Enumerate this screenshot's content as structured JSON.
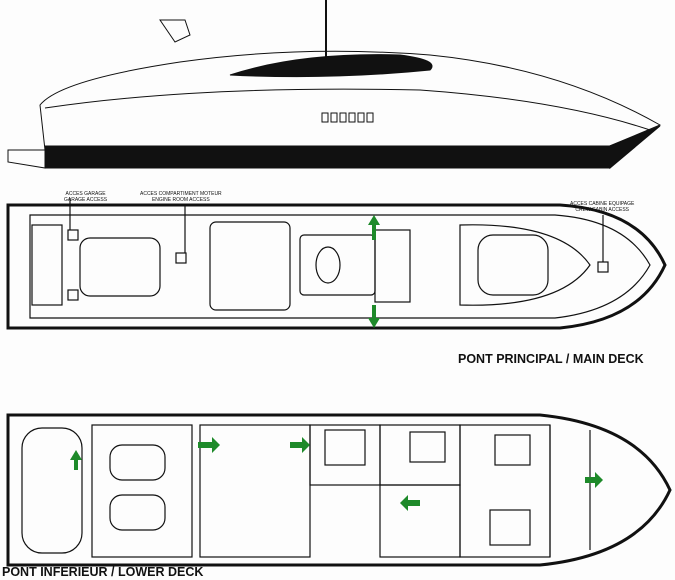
{
  "labels": {
    "garage_access_fr": "ACCES GARAGE",
    "garage_access_en": "GARAGE ACCESS",
    "engine_access_fr": "ACCES COMPARTIMENT MOTEUR",
    "engine_access_en": "ENGINE ROOM ACCESS",
    "crew_access_fr": "ACCES CABINE EQUIPAGE",
    "crew_access_en": "CREW CABIN ACCESS"
  },
  "decks": {
    "main": "PONT PRINCIPAL / MAIN DECK",
    "lower": "PONT INFERIEUR / LOWER DECK"
  },
  "colors": {
    "arrow": "#1e8a2a",
    "hull": "#000000"
  }
}
